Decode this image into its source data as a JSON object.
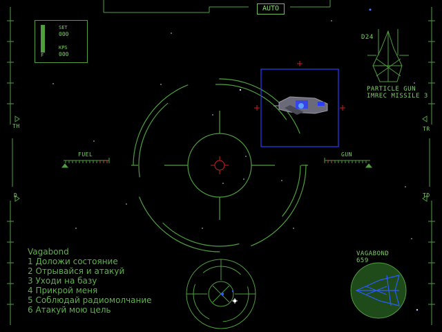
{
  "hud": {
    "auto_label": "AUTO",
    "speed_panel": {
      "set_label": "SET",
      "set_value": "000",
      "kps_label": "KPS",
      "kps_value": "000",
      "fuel_mark": "F"
    },
    "left_marks": {
      "th": "TH",
      "d": "D"
    },
    "right_marks": {
      "tr": "TR",
      "td": "TD"
    },
    "fuel_bar_label": "FUEL",
    "gun_bar_label": "GUN",
    "target": {
      "designation": "D24",
      "weapon_1": "PARTICLE GUN",
      "weapon_2": "IMREC MISSILE 3"
    },
    "wingman": {
      "name": "VAGABOND",
      "value": "659"
    },
    "comm_menu": {
      "title": "Vagabond",
      "items": [
        "1 Доложи состояние",
        "2 Отрывайся и атакуй",
        "3 Уходи на базу",
        "4 Прикрой меня",
        "5 Соблюдай радиомолчание",
        "6 Атакуй мою цель"
      ]
    }
  },
  "colors": {
    "hud_green": "#6fbf5a",
    "target_box": "#2a3cff",
    "reticle_red": "#d02020"
  }
}
